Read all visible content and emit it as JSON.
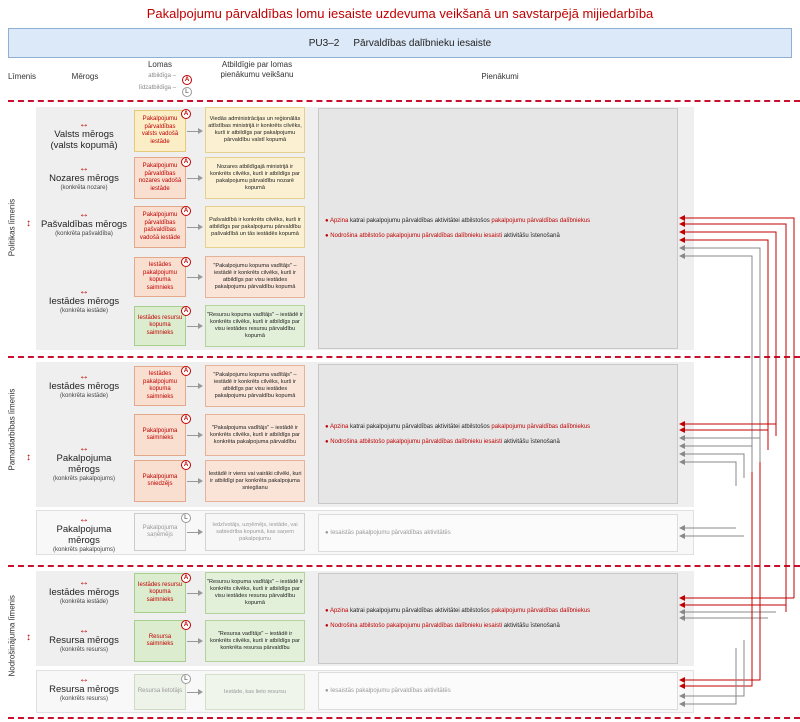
{
  "title": "Pakalpojumu pārvaldības lomu iesaiste uzdevuma veikšanā un savstarpējā mijiedarbība",
  "header": {
    "code": "PU3–2",
    "name": "Pārvaldības dalībnieku iesaiste"
  },
  "columns": {
    "level": "Līmenis",
    "scope": "Mērogs",
    "roles": "Lomas",
    "legend_a": "atbildīga –",
    "legend_l": "līdzatbildīga –",
    "responsible": "Atbildīgie par lomas pienākumu veikšanu",
    "duties": "Pienākumi"
  },
  "badges": {
    "a": "A",
    "l": "L"
  },
  "arrow_symbol": "↔",
  "level_arrow": "↕",
  "levels": {
    "politikas": "Politikas līmenis",
    "pamatdarbibas": "Pamatdarbības līmenis",
    "nodrosinajuma": "Nodrošinājuma līmenis"
  },
  "scopes": {
    "valsts": {
      "name": "Valsts mērogs",
      "sub": "(valsts kopumā)"
    },
    "nozares": {
      "name": "Nozares mērogs",
      "sub": "(konkrēta nozare)"
    },
    "pasvaldibas": {
      "name": "Pašvaldības mērogs",
      "sub": "(konkrēta pašvaldība)"
    },
    "iestades1": {
      "name": "Iestādes mērogs",
      "sub": "(konkrēta iestāde)"
    },
    "iestades2": {
      "name": "Iestādes mērogs",
      "sub": "(konkrēta iestāde)"
    },
    "pakalpojuma1": {
      "name": "Pakalpojuma mērogs",
      "sub": "(konkrēts pakalpojums)"
    },
    "pakalpojuma2": {
      "name": "Pakalpojuma mērogs",
      "sub": "(konkrēts pakalpojums)"
    },
    "iestades3": {
      "name": "Iestādes mērogs",
      "sub": "(konkrēta iestāde)"
    },
    "resursa1": {
      "name": "Resursa mērogs",
      "sub": "(konkrēts resurss)"
    },
    "resursa2": {
      "name": "Resursa mērogs",
      "sub": "(konkrēts resurss)"
    }
  },
  "roles": {
    "r1": "Pakalpojumu pārvaldības valsts vadošā iestāde",
    "r2": "Pakalpojumu pārvaldības nozares vadošā iestāde",
    "r3": "Pakalpojumu pārvaldības pašvaldības vadošā iestāde",
    "r4": "Iestādes pakalpojumu kopuma saimnieks",
    "r5": "Iestādes resursu kopuma saimnieks",
    "r6": "Iestādes pakalpojumu kopuma saimnieks",
    "r7": "Pakalpojuma saimnieks",
    "r8": "Pakalpojuma sniedzējs",
    "r9": "Pakalpojuma saņēmējs",
    "r10": "Iestādes resursu kopuma saimnieks",
    "r11": "Resursa saimnieks",
    "r12": "Resursa lietotājs"
  },
  "responsible": {
    "p1": "Viedās administrācijas un reģionālās attīstības ministrijā ir konkrēts cilvēks, kurš ir atbildīgs par pakalpojumu pārvaldību valstī kopumā",
    "p2": "Nozares atbildīgajā ministrijā ir konkrēts cilvēks, kurš ir atbildīgs par pakalpojumu pārvaldību nozarē kopumā",
    "p3": "Pašvaldībā ir konkrēts cilvēks, kurš ir atbildīgs par pakalpojumu pārvaldību pašvaldībā un tās iestādēs kopumā",
    "p4": "\"Pakalpojumu kopuma vadītājs\" – iestādē ir konkrēts cilvēks, kurš ir atbildīgs par visu iestādes pakalpojumu pārvaldību kopumā",
    "p5": "\"Resursu kopuma vadītājs\" – iestādē ir konkrēts cilvēks, kurš ir atbildīgs par visu iestādes resursu pārvaldību kopumā",
    "p6": "\"Pakalpojumu kopuma vadītājs\" – iestādē ir konkrēts cilvēks, kurš ir atbildīgs par visu iestādes pakalpojumu pārvaldību kopumā",
    "p7": "\"Pakalpojuma vadītājs\" – iestādē ir konkrēts cilvēks, kurš ir atbildīgs par konkrēta pakalpojuma pārvaldību",
    "p8": "Iestādē ir viens vai vairāki cilvēki, kuri ir atbildīgi par konkrēta pakalpojuma sniegšanu",
    "p9": "Iedzīvotājs, uzņēmējs, iestāde, vai sabiedrība kopumā, kas saņem pakalpojumu",
    "p10": "\"Resursu kopuma vadītājs\" – iestādē ir konkrēts cilvēks, kurš ir atbildīgs par visu iestādes resursu pārvaldību kopumā",
    "p11": "\"Resursa vadītājs\" – iestādē ir konkrēts cilvēks, kurš ir atbildīgs par konkrēta resursa pārvaldību",
    "p12": "Iestāde, kas lieto resursu"
  },
  "duties": {
    "bullet": "●",
    "apzina_pre": "Apzina",
    "apzina_mid": "katrai pakalpojumu pārvaldības aktivitātei atbilstošos",
    "apzina_red": "pakalpojumu pārvaldības dalībniekus",
    "nodrosina_red": "Nodrošina atbilstošo pakalpojumu pārvaldības dalībnieku iesaisti",
    "nodrosina_post": "aktivitāšu īstenošanā",
    "iesaistas": "Iesaistās pakalpojumu pārvaldības aktivitātēs"
  },
  "colors": {
    "accent": "#c00000",
    "header_bg": "#dce9f8"
  }
}
